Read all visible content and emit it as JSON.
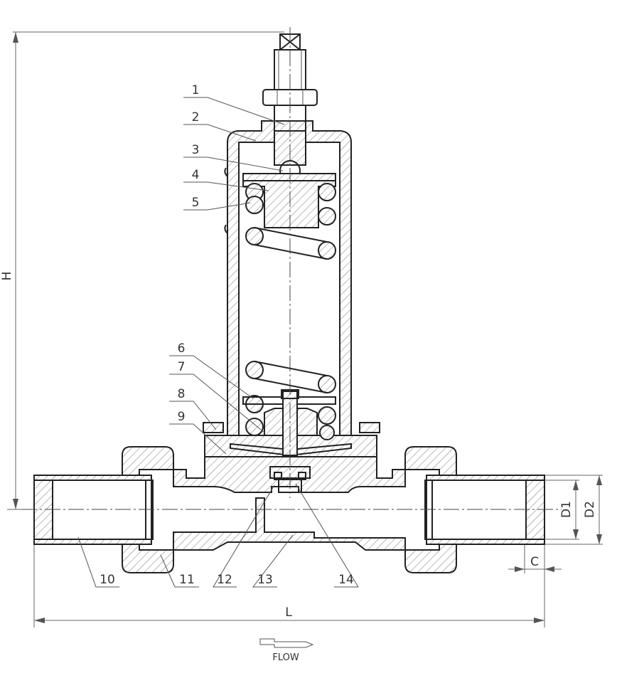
{
  "drawing": {
    "flow_label": "FLOW",
    "callouts": [
      {
        "n": "1"
      },
      {
        "n": "2"
      },
      {
        "n": "3"
      },
      {
        "n": "4"
      },
      {
        "n": "5"
      },
      {
        "n": "6"
      },
      {
        "n": "7"
      },
      {
        "n": "8"
      },
      {
        "n": "9"
      },
      {
        "n": "10"
      },
      {
        "n": "11"
      },
      {
        "n": "12"
      },
      {
        "n": "13"
      },
      {
        "n": "14"
      }
    ],
    "dimensions": {
      "height": "H",
      "length": "L",
      "inner_diameter": "D1",
      "outer_diameter": "D2",
      "socket_depth": "C"
    }
  }
}
